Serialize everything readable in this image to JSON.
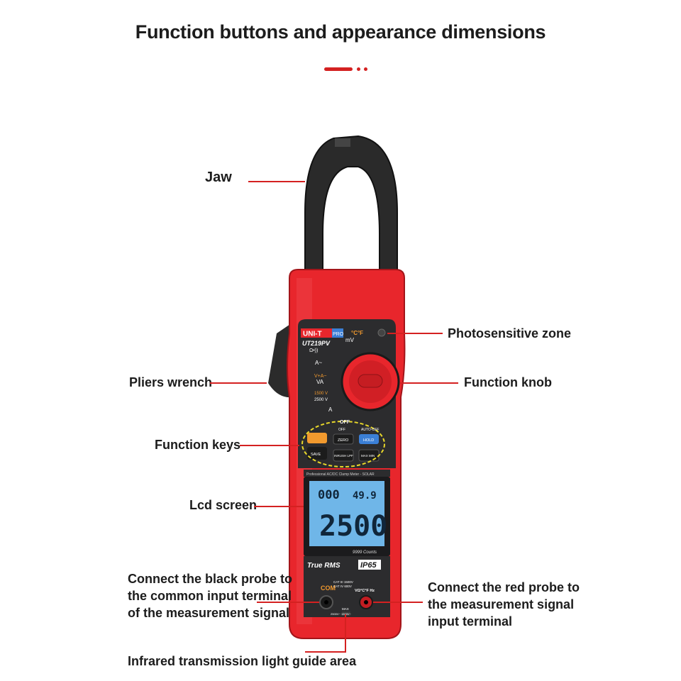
{
  "title": "Function buttons and appearance dimensions",
  "colors": {
    "accent": "#d42121",
    "body_red": "#e8262c",
    "jaw": "#2a2a2a",
    "lcd": "#6fb6e8"
  },
  "callouts": {
    "jaw": "Jaw",
    "photosensitive": "Photosensitive zone",
    "pliers": "Pliers wrench",
    "knob": "Function knob",
    "keys": "Function keys",
    "lcd": "Lcd screen",
    "black_probe": [
      "Connect the black probe to",
      "the common input terminal",
      "of the measurement signal"
    ],
    "red_probe": [
      "Connect the red probe to",
      "the measurement signal",
      "input terminal"
    ],
    "infrared": "Infrared transmission light guide area"
  },
  "device": {
    "brand": "UNI-T",
    "brand_tag": "PRO",
    "model": "UT219PV",
    "dial": {
      "left": [
        "Ω•))",
        "A~",
        "V+A~",
        "VA",
        "1500 V",
        "2500 V",
        "A"
      ],
      "top": [
        "°C°F",
        "mV"
      ],
      "off": "OFF"
    },
    "keys": {
      "row1": [
        "",
        "ZERO",
        "HOLD"
      ],
      "row2": [
        "SAVE",
        "INRUSH LPF",
        "MAX MIN"
      ],
      "off_label": "OFF",
      "auto_label": "AUTO-OFF"
    },
    "strip": "Professional AC/DC Clamp Meter - SOLAR",
    "lcd": {
      "top_left": "000",
      "top_right": "49.9",
      "main": "2500",
      "counts": "9999 Counts"
    },
    "true_rms": "True RMS",
    "ip": "IP65",
    "com": "COM",
    "cat": [
      "CAT III 1500V",
      "CAT IV 600V"
    ],
    "right_term": "VΩ°C°F Hz",
    "max": "MAX",
    "max_vals": "2500V~ 1500V~"
  }
}
